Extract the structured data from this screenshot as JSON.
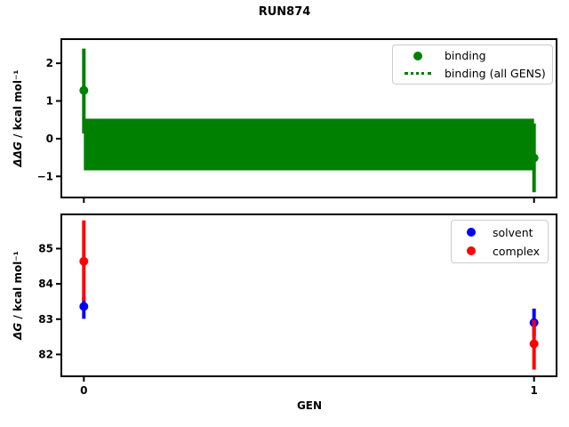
{
  "figure": {
    "title": "RUN874"
  },
  "top_plot": {
    "ylabel_prefix": "ΔΔG",
    "ylabel_suffix": " / kcal mol⁻¹",
    "legend": {
      "binding": "binding",
      "binding_all_gens": "binding (all GENS)"
    }
  },
  "bottom_plot": {
    "ylabel_prefix": "ΔG",
    "ylabel_suffix": " / kcal mol⁻¹",
    "xlabel": "GEN",
    "legend": {
      "solvent": "solvent",
      "complex": "complex"
    }
  },
  "colors": {
    "binding": "#008000",
    "solvent": "#0000ff",
    "complex": "#ff0000",
    "frame": "#000000",
    "legend_border": "#cccccc"
  },
  "chart_data": [
    {
      "type": "scatter",
      "subplot": "top",
      "title": "RUN874",
      "xlabel": "",
      "ylabel": "ΔΔG / kcal mol⁻¹",
      "xlim": [
        -0.05,
        1.05
      ],
      "ylim": [
        -1.56,
        2.64
      ],
      "xticks": [
        0,
        1
      ],
      "xtick_labels_visible": false,
      "yticks": [
        2,
        1,
        0,
        -1
      ],
      "grid": false,
      "legend_position": "upper right",
      "legend_entries": [
        "binding",
        "binding (all GENS)"
      ],
      "series": [
        {
          "name": "binding",
          "color": "#008000",
          "marker": "circle",
          "x": [
            0,
            1
          ],
          "y": [
            1.28,
            -0.51
          ],
          "y_err_low": [
            0.14,
            -1.42
          ],
          "y_err_high": [
            2.39,
            0.4
          ]
        }
      ],
      "band": {
        "name": "binding (all GENS)",
        "color": "#008000",
        "line_style": "dotted",
        "x_from": 0,
        "x_to": 1,
        "y_low": -0.84,
        "y_high": 0.53
      }
    },
    {
      "type": "scatter",
      "subplot": "bottom",
      "title": "",
      "xlabel": "GEN",
      "ylabel": "ΔG / kcal mol⁻¹",
      "xlim": [
        -0.05,
        1.05
      ],
      "ylim": [
        81.38,
        85.97
      ],
      "xticks": [
        0,
        1
      ],
      "xtick_labels_visible": true,
      "yticks": [
        85,
        84,
        83,
        82
      ],
      "grid": false,
      "legend_position": "upper right",
      "legend_entries": [
        "solvent",
        "complex"
      ],
      "series": [
        {
          "name": "solvent",
          "color": "#0000ff",
          "marker": "circle",
          "x": [
            0,
            1
          ],
          "y": [
            83.36,
            82.9
          ],
          "y_err_low": [
            83.01,
            82.51
          ],
          "y_err_high": [
            83.63,
            83.3
          ]
        },
        {
          "name": "complex",
          "color": "#ff0000",
          "marker": "circle",
          "x": [
            0,
            1
          ],
          "y": [
            84.64,
            82.3
          ],
          "y_err_low": [
            83.52,
            81.57
          ],
          "y_err_high": [
            85.8,
            82.97
          ]
        }
      ]
    }
  ]
}
